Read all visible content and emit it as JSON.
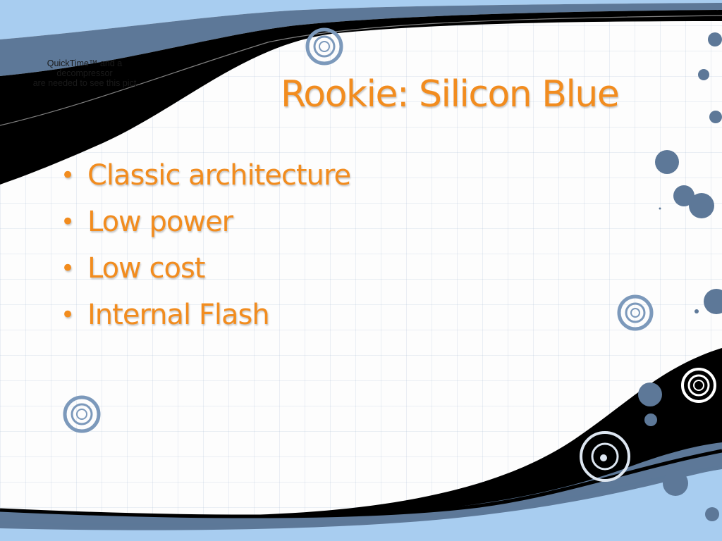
{
  "slide": {
    "title": "Rookie: Silicon Blue",
    "bullets": [
      "Classic architecture",
      "Low power",
      "Low cost",
      "Internal Flash"
    ],
    "bullet_glyph": "•"
  },
  "image_placeholder": {
    "line1": "QuickTime™ and a",
    "line2": "decompressor",
    "line3": "are needed to see this pict"
  },
  "colors": {
    "title": "#f28c1e",
    "light_blue": "#a8cdf0",
    "slate_blue": "#5d7898",
    "black": "#000000"
  },
  "icons": [
    "concentric-circle-icon",
    "dot-decoration-icon"
  ]
}
